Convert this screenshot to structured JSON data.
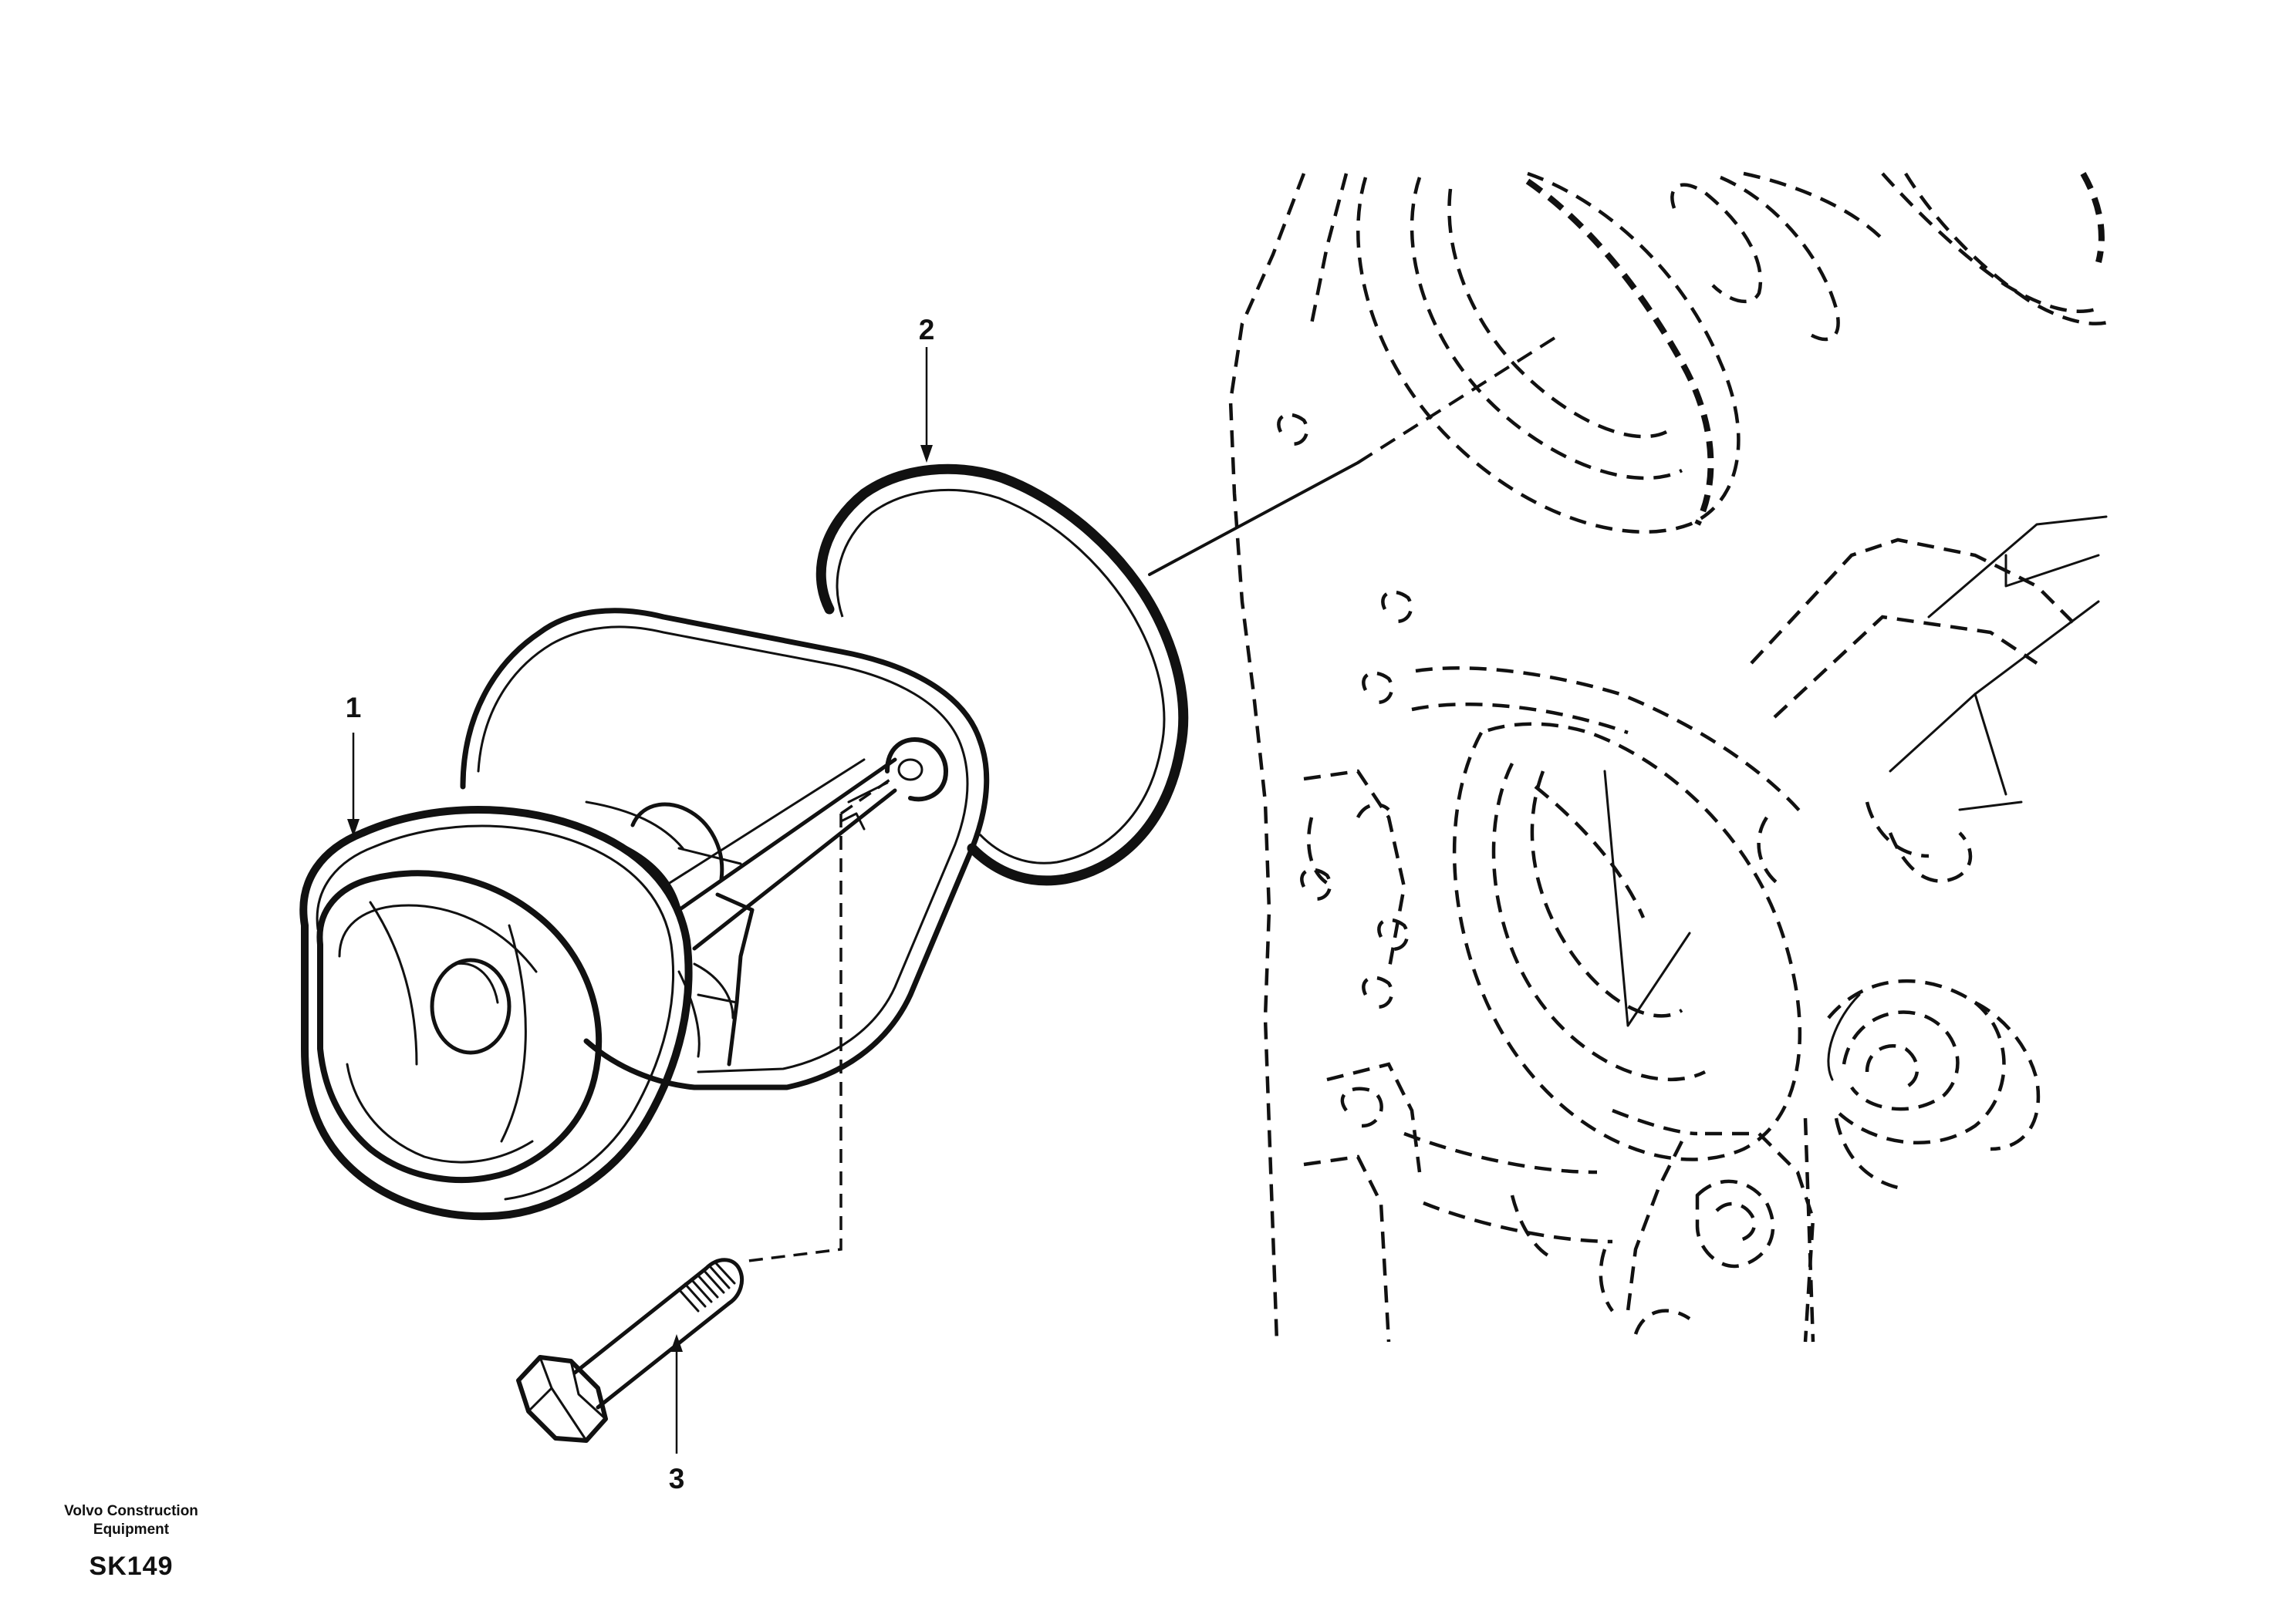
{
  "figure": {
    "callouts": [
      {
        "id": "1",
        "label": "1"
      },
      {
        "id": "2",
        "label": "2"
      },
      {
        "id": "3",
        "label": "3"
      }
    ],
    "footer": {
      "org_line1": "Volvo Construction",
      "org_line2": "Equipment",
      "code": "SK149"
    }
  }
}
